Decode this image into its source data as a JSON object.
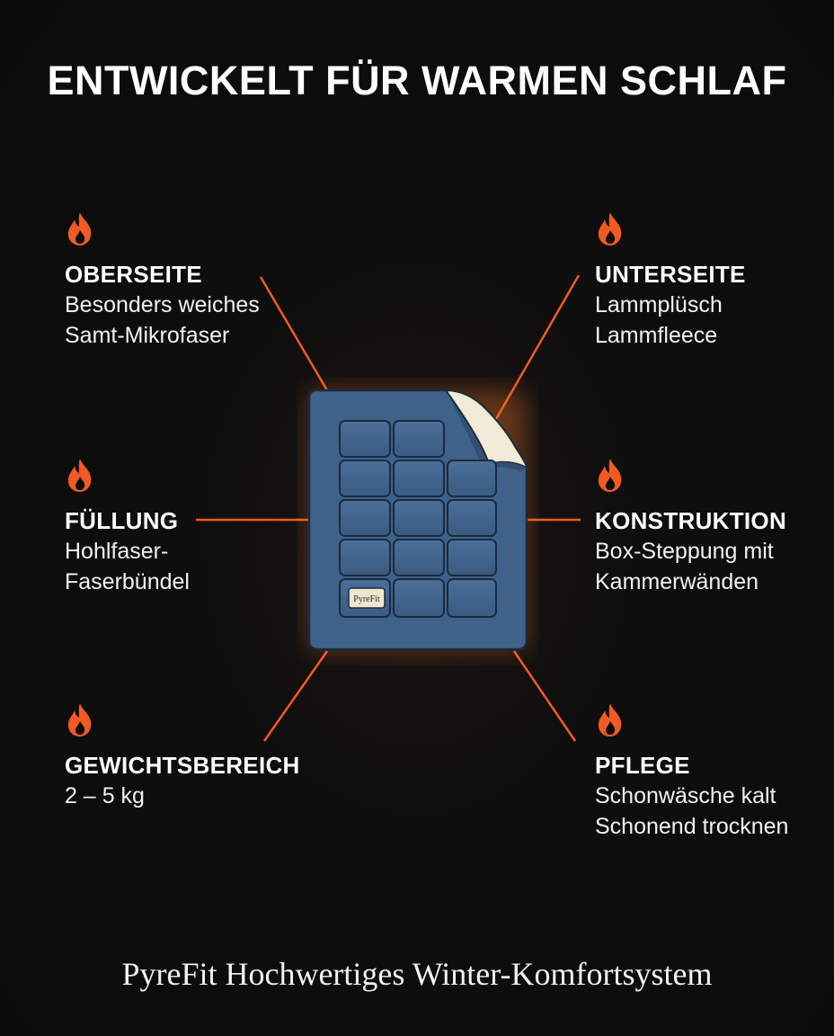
{
  "title": "ENTWICKELT FÜR WARMEN SCHLAF",
  "accent_color": "#f15a22",
  "blanket_color": "#3f628a",
  "fleece_color": "#f1ead6",
  "features": {
    "top_left": {
      "icon": "flame-icon",
      "title": "OBERSEITE",
      "line1": "Besonders weiches",
      "line2": "Samt-Mikrofaser"
    },
    "top_right": {
      "icon": "flame-icon",
      "title": "UNTERSEITE",
      "line1": "Lammplüsch",
      "line2": "Lammfleece"
    },
    "mid_left": {
      "icon": "flame-icon",
      "title": "FÜLLUNG",
      "line1": "Hohlfaser-",
      "line2": "Faserbündel"
    },
    "mid_right": {
      "icon": "flame-icon",
      "title": "KONSTRUKTION",
      "line1": "Box-Steppung mit",
      "line2": "Kammerwänden"
    },
    "bottom_left": {
      "icon": "flame-icon",
      "title": "GEWICHTSBEREICH",
      "line1": "2 – 5 kg"
    },
    "bottom_right": {
      "icon": "flame-icon",
      "title": "PFLEGE",
      "line1": "Schonwäsche kalt",
      "line2": "Schonend trocknen"
    }
  },
  "product": {
    "label_text": "PyreFit"
  },
  "footer": "PyreFit Hochwertiges Winter-Komfortsystem"
}
